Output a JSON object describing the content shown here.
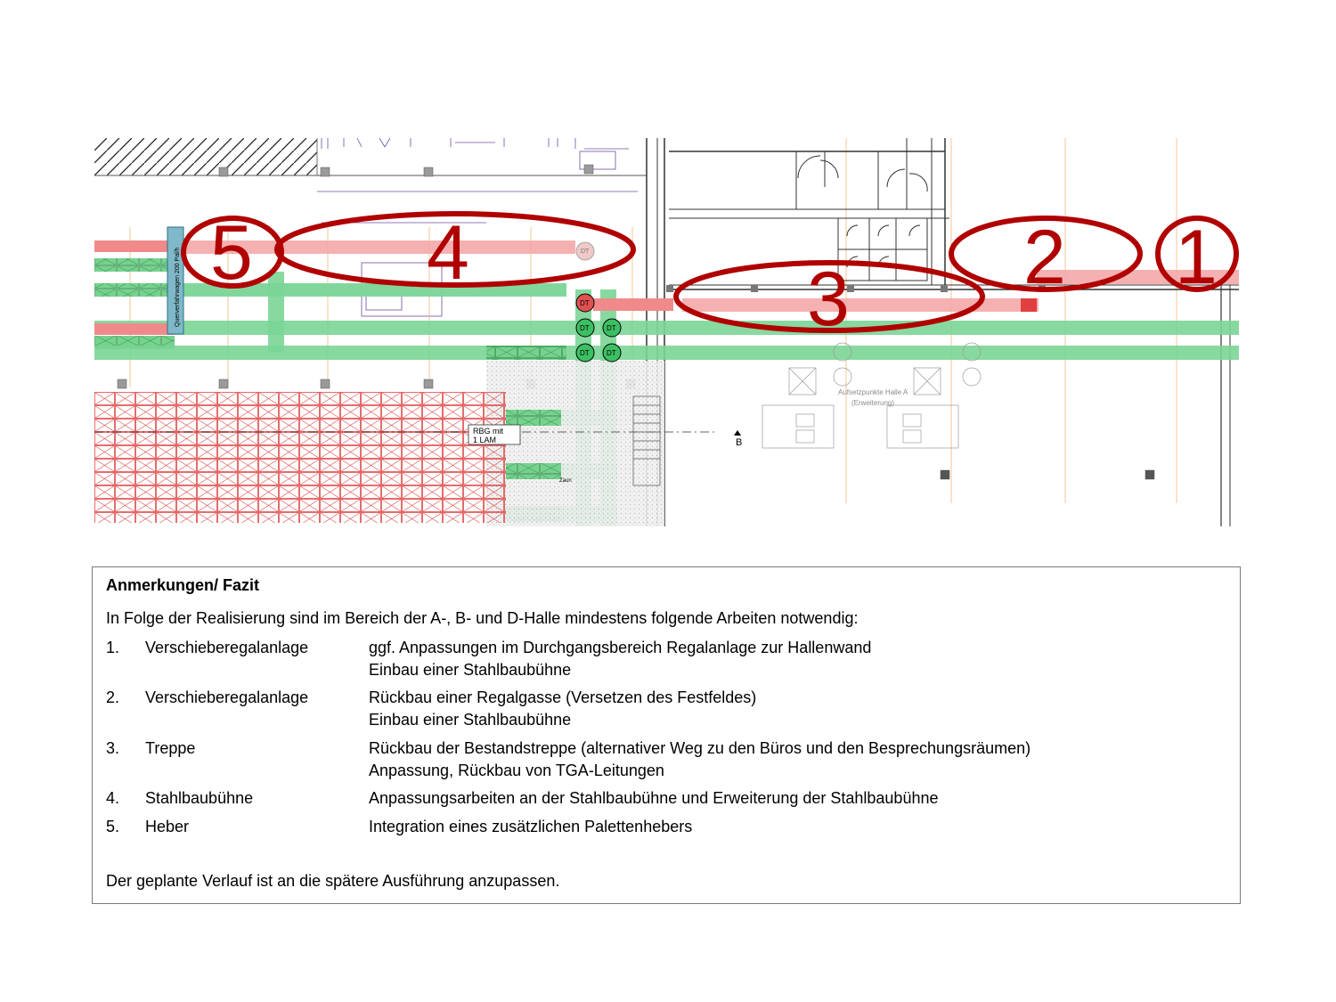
{
  "plan": {
    "markers": [
      "1",
      "2",
      "3",
      "4",
      "5"
    ],
    "texts": {
      "dt": "DT",
      "b": "B",
      "rbg": "RBG mit",
      "lam": "1 LAM",
      "zaun": "Zaun",
      "quer": "Querverfahrwagen 200 Pal/h",
      "aufsetz1": "Aufsetzpunkte Halle A",
      "aufsetz2": "(Erweiterung)"
    }
  },
  "notes": {
    "title": "Anmerkungen/ Fazit",
    "intro": "In Folge der Realisierung sind im Bereich der A-, B- und D-Halle mindestens folgende Arbeiten notwendig:",
    "items": [
      {
        "num": "1.",
        "name": "Verschieberegalanlage",
        "line1": "ggf. Anpassungen im Durchgangsbereich Regalanlage zur Hallenwand",
        "line2": "Einbau einer Stahlbaubühne"
      },
      {
        "num": "2.",
        "name": "Verschieberegalanlage",
        "line1": "Rückbau einer Regalgasse (Versetzen des Festfeldes)",
        "line2": "Einbau einer Stahlbaubühne"
      },
      {
        "num": "3.",
        "name": "Treppe",
        "line1": "Rückbau der Bestandstreppe (alternativer Weg zu den Büros und den Besprechungsräumen)",
        "line2": "Anpassung, Rückbau von TGA-Leitungen"
      },
      {
        "num": "4.",
        "name": "Stahlbaubühne",
        "line1": "Anpassungsarbeiten an der Stahlbaubühne und Erweiterung der Stahlbaubühne",
        "line2": ""
      },
      {
        "num": "5.",
        "name": "Heber",
        "line1": "Integration eines zusätzlichen Palettenhebers",
        "line2": ""
      }
    ],
    "footer": "Der geplante Verlauf ist an die spätere Ausführung anzupassen."
  }
}
